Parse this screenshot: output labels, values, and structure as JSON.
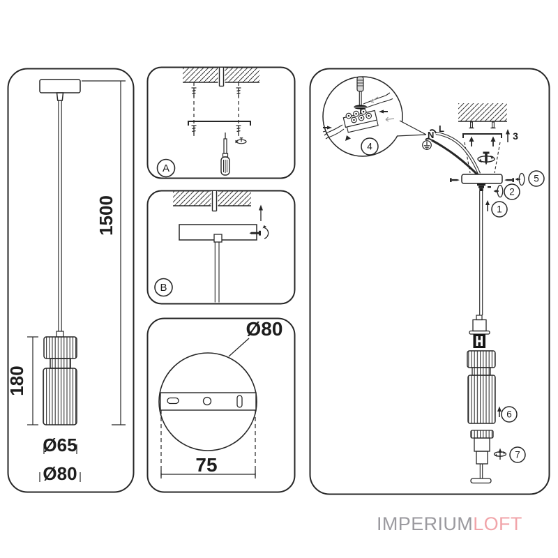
{
  "line_color": "#262626",
  "brand": {
    "primary": "IMPERIUM",
    "secondary": "LOFT",
    "primary_color": "#9b9a9f",
    "secondary_color": "#f1a5aa"
  },
  "left_panel": {
    "cable_length": "1500",
    "shade_height": "180",
    "shade_diameter": "Ø65",
    "canopy_diameter": "Ø80"
  },
  "panel_a": {
    "label": "A"
  },
  "panel_b": {
    "label": "B"
  },
  "canopy_view": {
    "diameter": "Ø80",
    "mount_spacing": "75"
  },
  "assembly": {
    "neutral_label": "N",
    "live_label": "L",
    "steps": [
      "1",
      "2",
      "3",
      "4",
      "5",
      "6",
      "7"
    ]
  }
}
